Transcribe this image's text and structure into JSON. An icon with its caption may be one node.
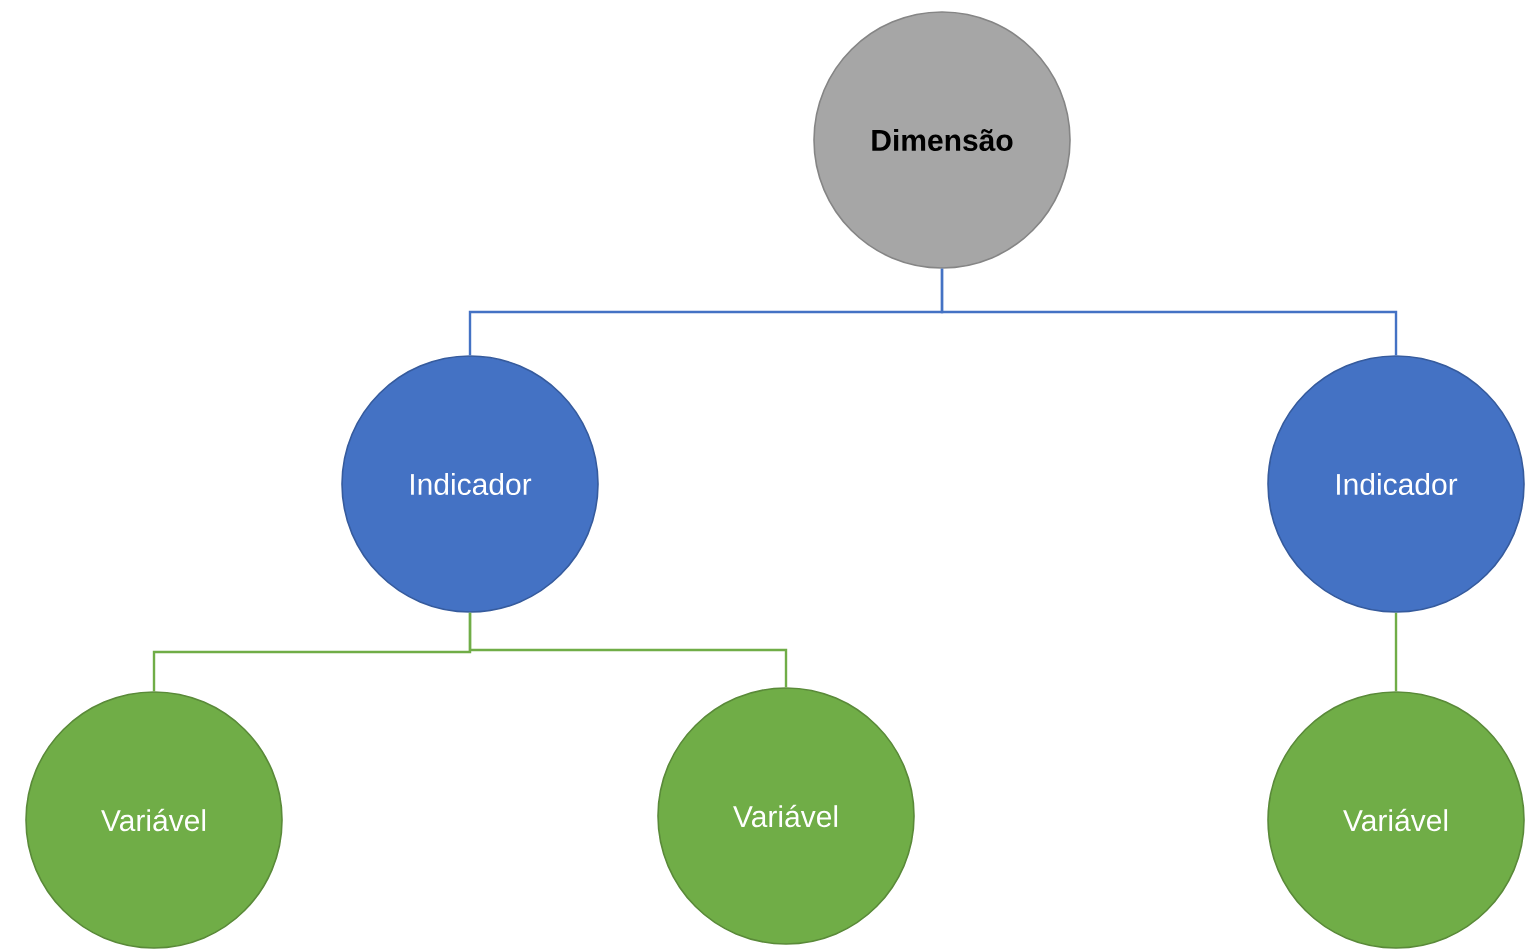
{
  "diagram": {
    "nodes": [
      {
        "text": [
          "Dimensão"
        ]
      },
      {
        "text": [
          "Indicador"
        ]
      },
      {
        "text": [
          "Indicador"
        ]
      },
      {
        "text": [
          "Variável"
        ]
      },
      {
        "text": [
          "Variável"
        ]
      },
      {
        "text": [
          "Variável"
        ]
      }
    ],
    "edges": [
      {
        "from": 0,
        "to": 1,
        "arrow": "none",
        "color": "#4472c4"
      },
      {
        "from": 0,
        "to": 2,
        "arrow": "none",
        "color": "#4472c4"
      },
      {
        "from": 1,
        "to": 3,
        "arrow": "none"
      },
      {
        "from": 1,
        "to": 4,
        "arrow": "none"
      },
      {
        "from": 2,
        "to": 5,
        "arrow": "none"
      }
    ]
  }
}
